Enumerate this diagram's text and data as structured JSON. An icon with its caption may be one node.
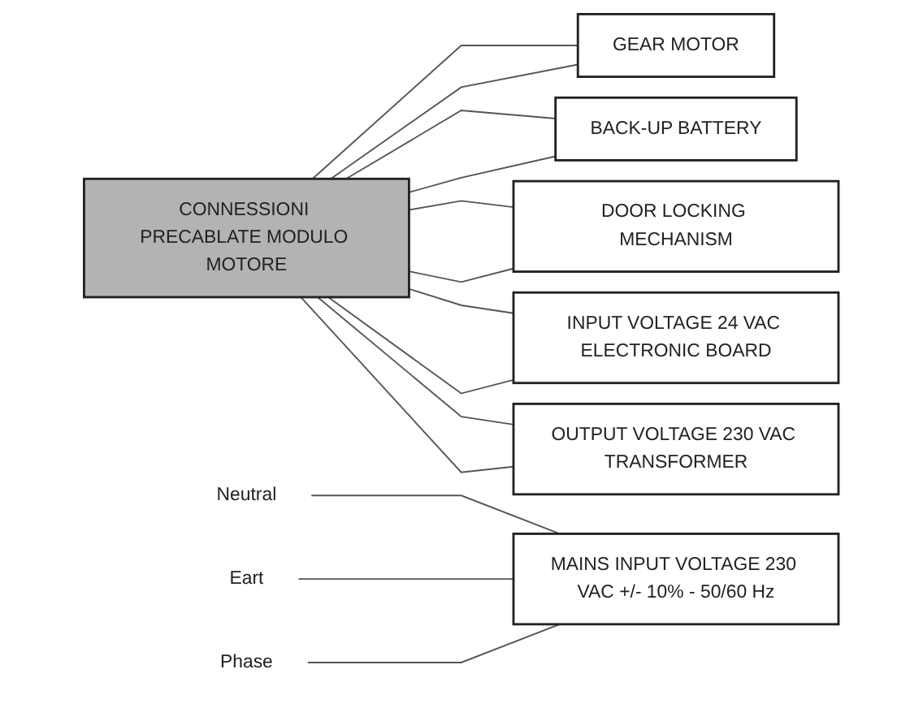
{
  "diagram": {
    "nodes": [
      {
        "text": [
          "CONNESSIONI PRECABLATE MODULO MOTORE"
        ]
      },
      {
        "text": [
          "GEAR MOTOR"
        ]
      },
      {
        "text": [
          "BACK-UP BATTERY"
        ]
      },
      {
        "text": [
          "DOOR LOCKING MECHANISM"
        ]
      },
      {
        "text": [
          "INPUT VOLTAGE 24 VAC ELECTRONIC BOARD"
        ]
      },
      {
        "text": [
          "OUTPUT VOLTAGE 230 VAC TRANSFORMER"
        ]
      },
      {
        "text": [
          "Neutral"
        ]
      },
      {
        "text": [
          "Eart"
        ]
      },
      {
        "text": [
          "Phase"
        ]
      },
      {
        "text": [
          "MAINS INPUT VOLTAGE 230 VAC +/- 10% - 50/60 Hz"
        ]
      }
    ],
    "edges": [
      {
        "from": 0,
        "to": 1,
        "arrow": "none"
      },
      {
        "from": 0,
        "to": 1,
        "arrow": "none"
      },
      {
        "from": 0,
        "to": 2,
        "arrow": "none"
      },
      {
        "from": 0,
        "to": 2,
        "arrow": "none"
      },
      {
        "from": 0,
        "to": 3,
        "arrow": "none"
      },
      {
        "from": 0,
        "to": 3,
        "arrow": "none"
      },
      {
        "from": 0,
        "to": 4,
        "arrow": "none"
      },
      {
        "from": 0,
        "to": 4,
        "arrow": "none"
      },
      {
        "from": 0,
        "to": 5,
        "arrow": "none"
      },
      {
        "from": 0,
        "to": 5,
        "arrow": "none"
      },
      {
        "from": 6,
        "to": 9,
        "arrow": "none"
      },
      {
        "from": 7,
        "to": 9,
        "arrow": "none"
      },
      {
        "from": 8,
        "to": 9,
        "arrow": "none"
      }
    ]
  }
}
